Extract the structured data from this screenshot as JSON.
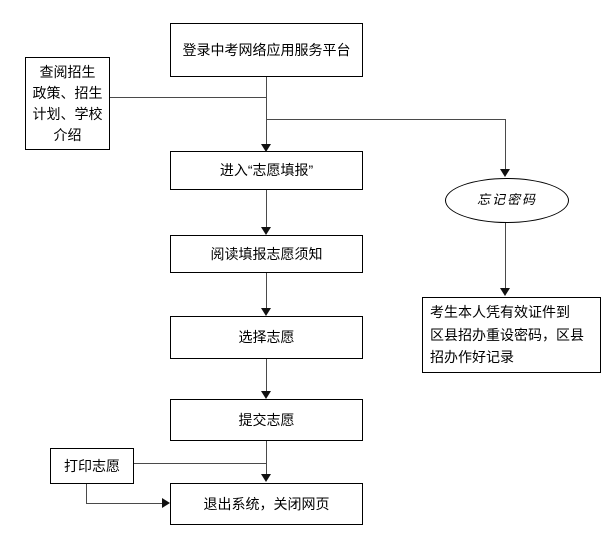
{
  "diagram": {
    "background_color": "#ffffff",
    "box_border_color": "#000000",
    "connector_color": "#4a4a4a",
    "nodes": {
      "login": {
        "label": "登录中考网络应用服务平台",
        "shape": "rect"
      },
      "browse": {
        "label": [
          "查阅招生",
          "政策、招生",
          "计划、学校",
          "介绍"
        ],
        "shape": "rect"
      },
      "enter": {
        "label": "进入“志愿填报”",
        "shape": "rect"
      },
      "read": {
        "label": "阅读填报志愿须知",
        "shape": "rect"
      },
      "select": {
        "label": "选择志愿",
        "shape": "rect"
      },
      "submit": {
        "label": "提交志愿",
        "shape": "rect"
      },
      "print": {
        "label": "打印志愿",
        "shape": "rect"
      },
      "exit": {
        "label": "退出系统，关闭网页",
        "shape": "rect"
      },
      "forgot": {
        "label": "忘记密码",
        "shape": "ellipse"
      },
      "reset": {
        "label": [
          "考生本人凭有效证件到",
          "区县招办重设密码，区县",
          "招办作好记录"
        ],
        "shape": "rect"
      }
    },
    "edges": [
      {
        "from": "login",
        "to": "browse",
        "arrow": false
      },
      {
        "from": "login",
        "to": "enter",
        "arrow": true
      },
      {
        "from": "login",
        "to": "forgot",
        "arrow": true
      },
      {
        "from": "enter",
        "to": "read",
        "arrow": true
      },
      {
        "from": "read",
        "to": "select",
        "arrow": true
      },
      {
        "from": "select",
        "to": "submit",
        "arrow": true
      },
      {
        "from": "submit",
        "to": "exit",
        "arrow": true
      },
      {
        "from": "submit",
        "to": "print",
        "arrow": false
      },
      {
        "from": "print",
        "to": "exit",
        "arrow": true
      },
      {
        "from": "forgot",
        "to": "reset",
        "arrow": true
      }
    ]
  }
}
